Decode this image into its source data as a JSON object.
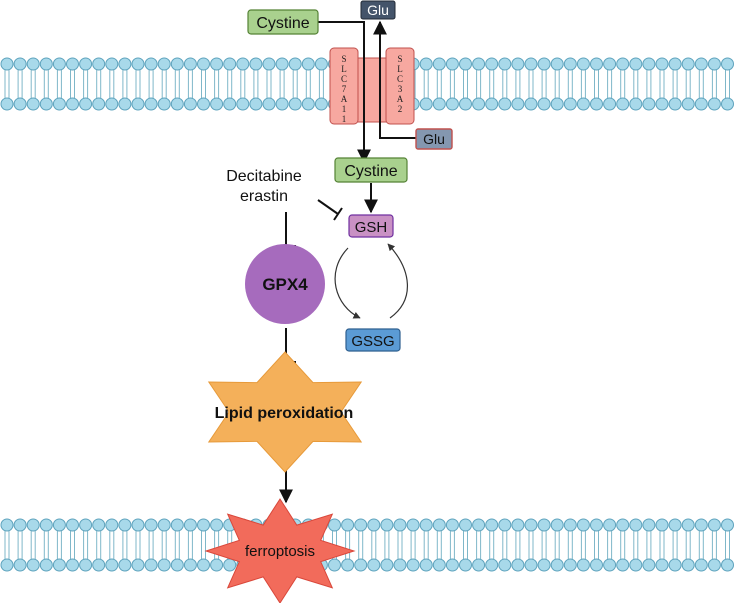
{
  "transporter": {
    "subunit_left": "SLC7A11",
    "subunit_right": "SLC3A2"
  },
  "labels": {
    "cystine_outside": "Cystine",
    "glu_outside": "Glu",
    "glu_inside": "Glu",
    "cystine_inside": "Cystine",
    "gsh": "GSH",
    "gssg": "GSSG",
    "inhibitor_line1": "Decitabine",
    "inhibitor_line2": "erastin",
    "gpx4": "GPX4",
    "lipid": "Lipid peroxidation",
    "ferroptosis": "ferroptosis"
  },
  "colors": {
    "green_box": "#a9d18e",
    "glu_dark": "#44546a",
    "glu_light": "#8497b0",
    "gsh_box": "#c991c4",
    "gssg_box": "#5b9bd5",
    "gpx4_circle": "#a66bbd",
    "lipid_star": "#f4b05a",
    "ferro_star": "#f26b5b",
    "transporter": "#f7a8a0",
    "membrane_head": "#a8d9ea"
  }
}
